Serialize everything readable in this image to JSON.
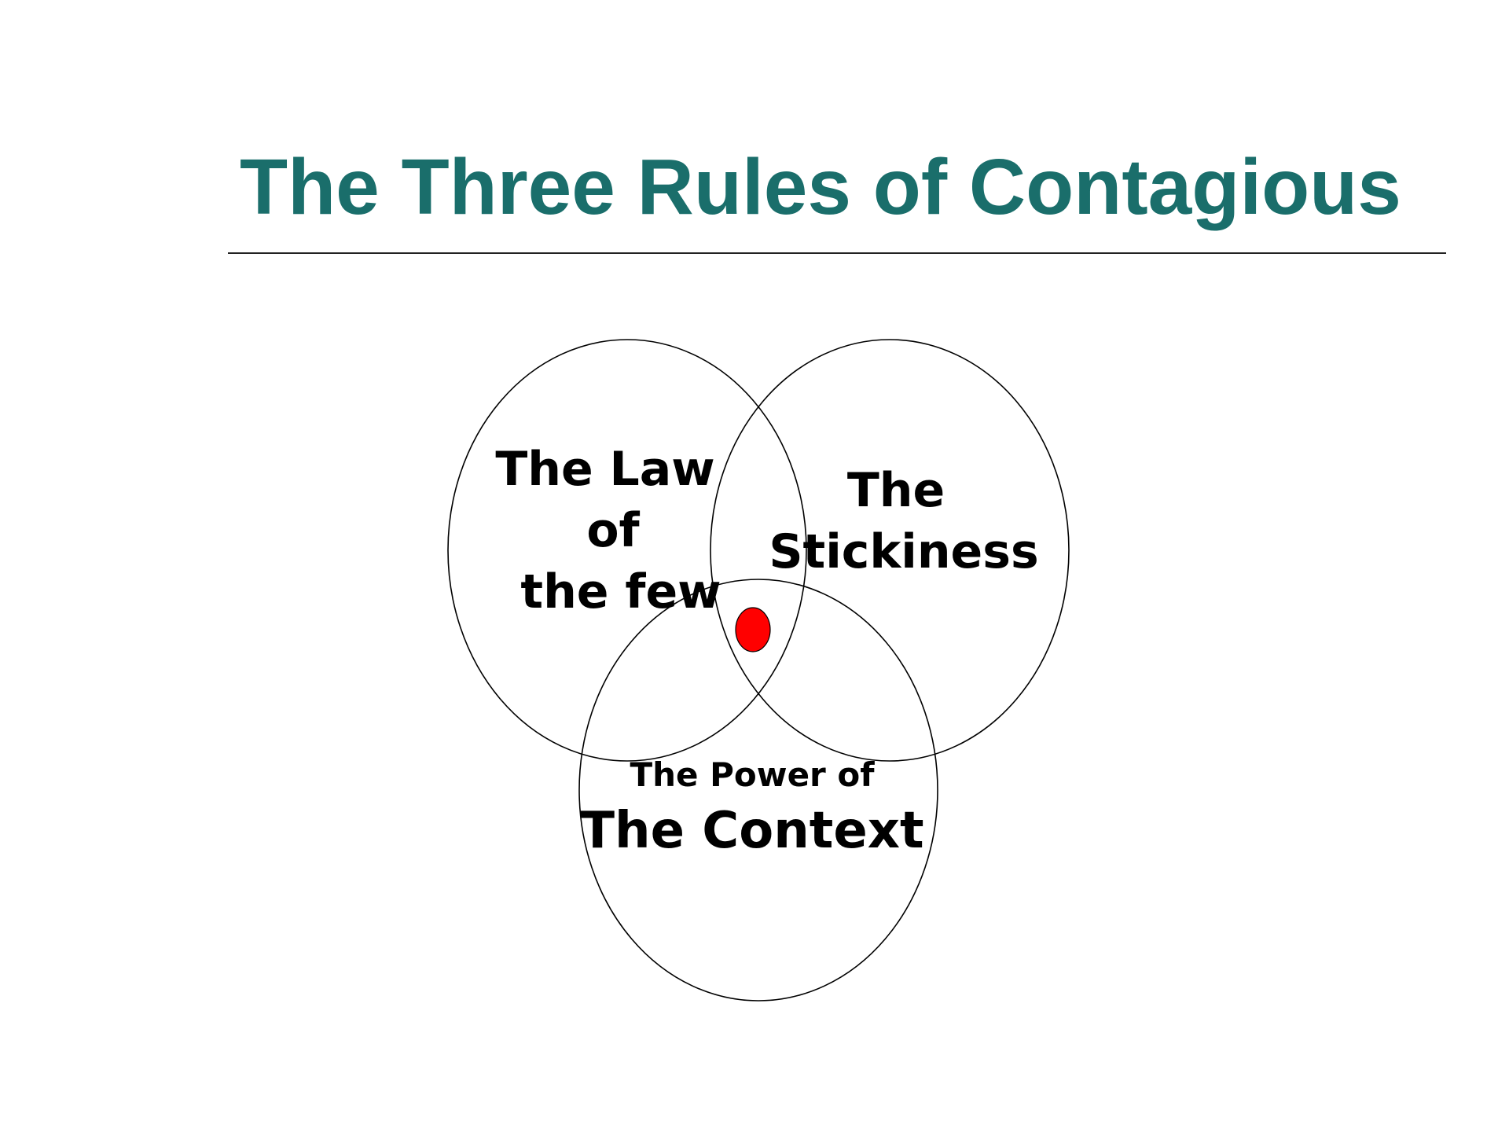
{
  "slide": {
    "title": "The Three Rules of Contagious"
  },
  "diagram": {
    "type": "venn",
    "sets": [
      {
        "id": "law-of-the-few",
        "lines": [
          "The Law",
          "of",
          "the few"
        ]
      },
      {
        "id": "stickiness",
        "lines": [
          "The",
          "Stickiness"
        ]
      },
      {
        "id": "power-of-context",
        "lines": [
          "The Power of",
          "The Context"
        ]
      }
    ],
    "center_marker": {
      "meaning": "intersection of all three rules",
      "color": "#ff0000"
    },
    "colors": {
      "title": "#1a6e6b",
      "outline": "#000000",
      "marker": "#ff0000"
    }
  }
}
